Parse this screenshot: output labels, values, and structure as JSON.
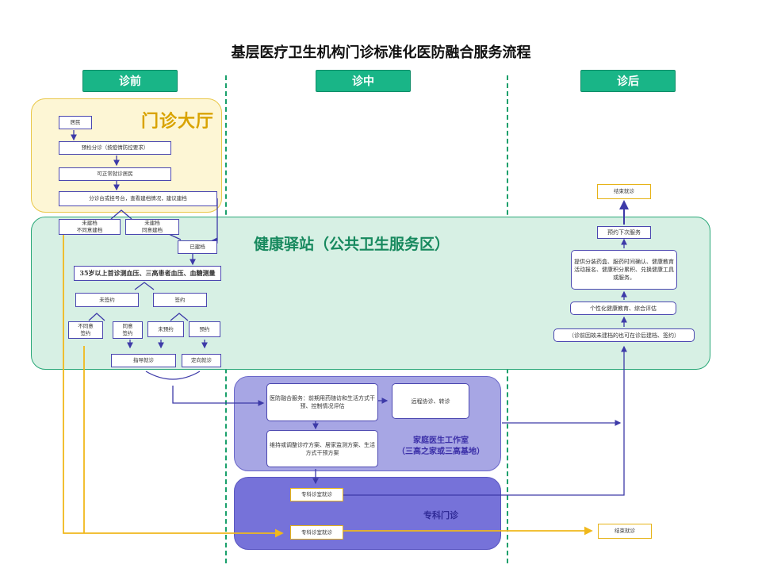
{
  "title": "基层医疗卫生机构门诊标准化医防融合服务流程",
  "phases": [
    "诊前",
    "诊中",
    "诊后"
  ],
  "regions": {
    "hall": "门诊大厅",
    "station": "健康驿站（公共卫生服务区）",
    "family_line1": "家庭医生工作室",
    "family_line2": "（三高之家或三高基地）",
    "special": "专科门诊"
  },
  "nodes": {
    "resident": "居民",
    "triage": "预检分诊（按疫情防控要求）",
    "normal": "可正常就诊居民",
    "register": "分诊台或挂号台，查看建档情况，建议建档",
    "no_file_refuse": "未建档\n不同意建档",
    "no_file_agree": "未建档\n同意建档",
    "filed": "已建档",
    "measure": "35岁以上首诊测血压、三高患者血压、血糖测量",
    "unsigned": "未签约",
    "signed": "签约",
    "refuse_sign": "不同意\n签约",
    "agree_sign": "同意\n签约",
    "no_appt": "未预约",
    "appt": "预约",
    "guide": "指导就诊",
    "directed": "定向就诊",
    "integration": "医防融合服务：前期用药随访和生活方式干预、控制情况评估",
    "remote": "远程协诊、转诊",
    "plan": "维持或调整诊疗方案、居家监测方案、生活方式干预方案",
    "specialist1": "专科诊室就诊",
    "specialist2": "专科诊室就诊",
    "end_bottom": "结束就诊",
    "after_note": "（诊前因故未建档的也可在诊后建档、签约）",
    "personal_edu": "个性化健康教育、综合评估",
    "services": "提供分装药盒、服药时间确认、健康教育活动报名、健康积分累积、兑换健康工具或服务。",
    "next_appt": "预约下次服务",
    "end_top": "结束就诊"
  },
  "colors": {
    "phase": "#19b587",
    "hall_fill": "#fdf6d5",
    "station_fill": "#d7f0e4",
    "family_fill": "#a7a6e4",
    "special_fill": "#7672d9",
    "arrow_blue": "#3d3aa8",
    "arrow_yellow": "#f0b81c"
  }
}
